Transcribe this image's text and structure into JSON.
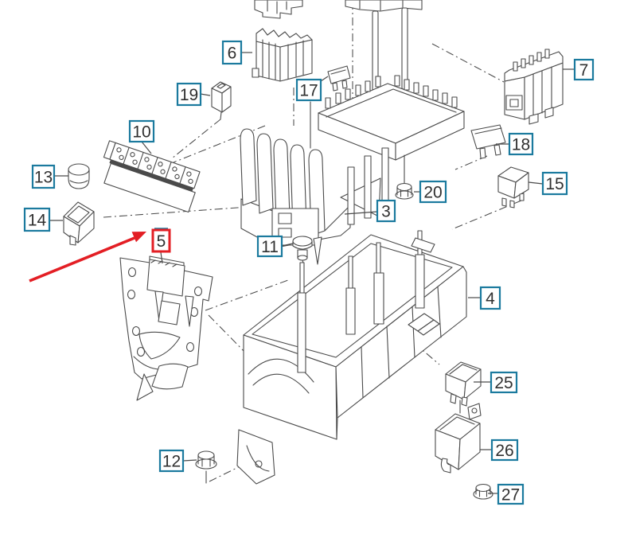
{
  "diagram": {
    "type": "exploded-parts-diagram",
    "description": "Exploded parts diagram of a fuse and relay carrier assembly with numbered callouts; callout 5 is highlighted with a red box and a red arrow",
    "callouts": [
      {
        "number": "3"
      },
      {
        "number": "4"
      },
      {
        "number": "5",
        "highlighted": true
      },
      {
        "number": "6"
      },
      {
        "number": "7"
      },
      {
        "number": "10"
      },
      {
        "number": "11"
      },
      {
        "number": "12"
      },
      {
        "number": "13"
      },
      {
        "number": "14"
      },
      {
        "number": "15"
      },
      {
        "number": "17"
      },
      {
        "number": "18"
      },
      {
        "number": "19"
      },
      {
        "number": "20"
      },
      {
        "number": "25"
      },
      {
        "number": "26"
      },
      {
        "number": "27"
      }
    ],
    "highlighted_callout": "5",
    "colors": {
      "callout_border": "#1b7a9e",
      "highlight_red": "#e31e24",
      "line": "#4a4a4a",
      "text": "#303030",
      "background": "#ffffff"
    }
  }
}
